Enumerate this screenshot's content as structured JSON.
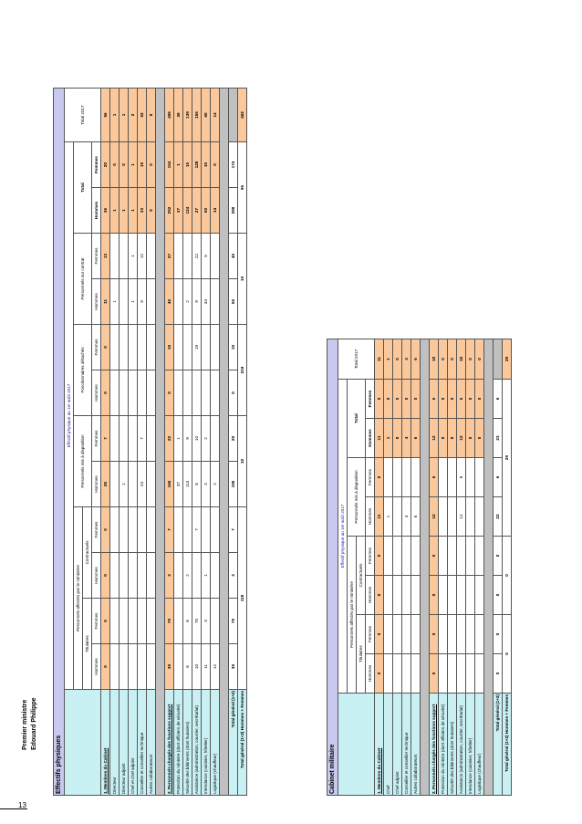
{
  "header": {
    "line1": "Premier ministre",
    "line2": "Edouard Philippe"
  },
  "page_number": "13",
  "columns": {
    "effectif_title": "Effectif physique au 1er août 2017",
    "effectif_title_t2": "Effectif physique au 1er août 2017",
    "personnels_affectes": "Personnels affectés par le ministère",
    "titulaires": "Titulaires",
    "contractuels": "Contractuels",
    "mad": "Personnels mis à disposition",
    "detaches": "Fonctionnaires détachés",
    "contrat": "Personnels sur contrat",
    "total": "Total",
    "total2017": "Total 2017",
    "hommes": "Hommes",
    "femmes": "Femmes"
  },
  "table1": {
    "title": "Effectifs physiques",
    "rows": [
      {
        "label": "1. Membres du Cabinet",
        "type": "section",
        "v": [
          "0",
          "0",
          "0",
          "0",
          "25",
          "7",
          "0",
          "0",
          "11",
          "13",
          "36",
          "20",
          "56"
        ]
      },
      {
        "label": "Directeur",
        "v": [
          "",
          "",
          "",
          "",
          "",
          "",
          "",
          "",
          "1",
          "",
          "1",
          "0",
          "1"
        ]
      },
      {
        "label": "Directeur adjoint",
        "v": [
          "",
          "",
          "",
          "",
          "1",
          "",
          "",
          "",
          "",
          "",
          "1",
          "0",
          "1"
        ]
      },
      {
        "label": "Chef et chef adjoint",
        "v": [
          "",
          "",
          "",
          "",
          "",
          "",
          "",
          "",
          "1",
          "1",
          "1",
          "1",
          "2"
        ]
      },
      {
        "label": "Conseiller et conseiller technique",
        "v": [
          "",
          "",
          "",
          "",
          "24",
          "7",
          "",
          "",
          "9",
          "12",
          "33",
          "19",
          "52"
        ]
      },
      {
        "label": "Autres collaborateurs",
        "v": [
          "",
          "",
          "",
          "",
          "",
          "",
          "",
          "",
          "",
          "",
          "0",
          "0",
          "0"
        ]
      },
      {
        "type": "gray"
      },
      {
        "label": "2. Personnels chargés des fonctions support",
        "type": "section",
        "v": [
          "39",
          "79",
          "3",
          "7",
          "165",
          "22",
          "0",
          "19",
          "45",
          "27",
          "252",
          "154",
          "406"
        ]
      },
      {
        "label": "Protection du ministre (dont officiers de sécurité)",
        "v": [
          "",
          "",
          "",
          "",
          "37",
          "1",
          "",
          "",
          "",
          "",
          "37",
          "1",
          "38"
        ]
      },
      {
        "label": "Sécurité des bâtiments (dont huissiers)",
        "v": [
          "6",
          "6",
          "2",
          "",
          "114",
          "9",
          "",
          "",
          "2",
          "",
          "124",
          "15",
          "139"
        ]
      },
      {
        "label": "Assistance (administration, courrier, secrétariat)",
        "v": [
          "10",
          "70",
          "",
          "7",
          "8",
          "10",
          "",
          "19",
          "9",
          "22",
          "27",
          "128",
          "155"
        ]
      },
      {
        "label": "Intendance (cuisinier, hôtelier)",
        "v": [
          "11",
          "3",
          "1",
          "",
          "4",
          "2",
          "",
          "",
          "34",
          "5",
          "50",
          "10",
          "60"
        ]
      },
      {
        "label": "Logistique (chauffeur)",
        "v": [
          "12",
          "",
          "",
          "",
          "2",
          "",
          "",
          "",
          "",
          "",
          "14",
          "0",
          "14"
        ]
      },
      {
        "type": "gray"
      },
      {
        "label": "Total général (1+2)",
        "type": "total",
        "v": [
          "39",
          "79",
          "3",
          "7",
          "190",
          "29",
          "0",
          "19",
          "56",
          "40",
          "288",
          "174",
          ""
        ]
      },
      {
        "label": "Total général (1+2) Hommes + Femmes",
        "type": "grand",
        "pairs": [
          "118",
          "10",
          "219",
          "19",
          "96",
          "462"
        ]
      }
    ]
  },
  "table2": {
    "title": "Cabinet militaire",
    "rows": [
      {
        "label": "1. Membres du Cabinet",
        "type": "section",
        "v": [
          "0",
          "0",
          "0",
          "0",
          "11",
          "0",
          "11",
          "0",
          "11"
        ]
      },
      {
        "label": "Chef",
        "v": [
          "",
          "",
          "",
          "",
          "1",
          "",
          "1",
          "0",
          "1"
        ]
      },
      {
        "label": "Chef adjoint",
        "v": [
          "",
          "",
          "",
          "",
          "",
          "",
          "0",
          "0",
          "0"
        ]
      },
      {
        "label": "Conseiller et conseiller technique",
        "v": [
          "",
          "",
          "",
          "",
          "4",
          "",
          "4",
          "0",
          "4"
        ]
      },
      {
        "label": "Autres collaborateurs",
        "v": [
          "",
          "",
          "",
          "",
          "6",
          "",
          "6",
          "0",
          "6"
        ]
      },
      {
        "type": "gray"
      },
      {
        "label": "2. Personnels chargés des fonctions support",
        "type": "section",
        "v": [
          "0",
          "0",
          "0",
          "0",
          "12",
          "6",
          "12",
          "6",
          "18"
        ]
      },
      {
        "label": "Protection du ministre (dont officiers de sécurité)",
        "v": [
          "",
          "",
          "",
          "",
          "",
          "",
          "0",
          "0",
          "0"
        ]
      },
      {
        "label": "Sécurité des bâtiments (dont huissiers)",
        "v": [
          "",
          "",
          "",
          "",
          "",
          "",
          "0",
          "0",
          "0"
        ]
      },
      {
        "label": "Assistance (administration, courrier, secrétariat)",
        "v": [
          "",
          "",
          "",
          "",
          "12",
          "6",
          "12",
          "6",
          "18"
        ]
      },
      {
        "label": "Intendance (cuisinier, hôtelier)",
        "v": [
          "",
          "",
          "",
          "",
          "",
          "",
          "0",
          "0",
          "0"
        ]
      },
      {
        "label": "Logistique (chauffeur)",
        "v": [
          "",
          "",
          "",
          "",
          "",
          "",
          "0",
          "0",
          "0"
        ]
      },
      {
        "type": "gray"
      },
      {
        "label": "Total général (1+2)",
        "type": "total",
        "v": [
          "0",
          "0",
          "0",
          "0",
          "23",
          "6",
          "23",
          "6",
          ""
        ]
      },
      {
        "label": "Total général (1+2) Hommes + Femmes",
        "type": "grand",
        "pairs": [
          "0",
          "0",
          "29",
          "29"
        ]
      }
    ]
  }
}
